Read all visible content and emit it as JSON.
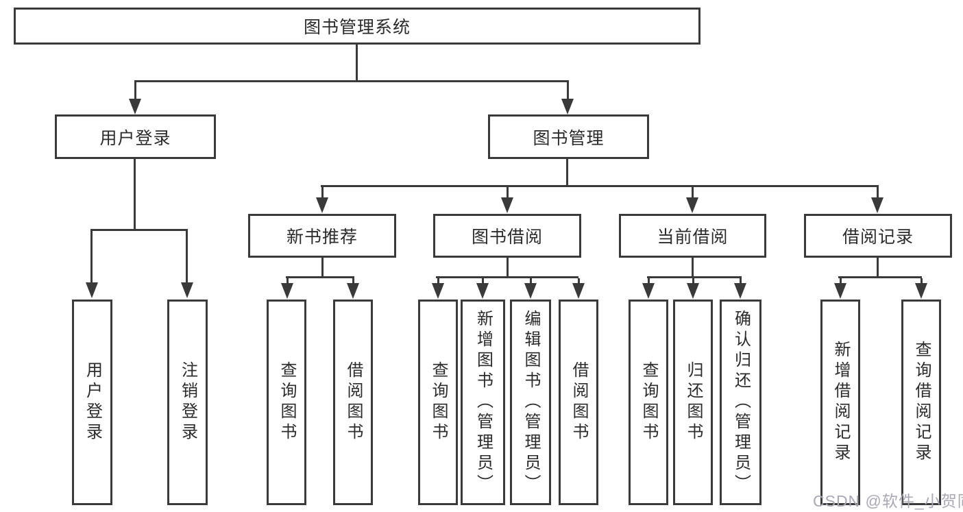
{
  "colors": {
    "line": "#3a3a3a",
    "text": "#2b2b2b",
    "background": "#ffffff",
    "watermark": "#a8a8b8"
  },
  "diagram": {
    "root": {
      "label": "图书管理系统"
    },
    "branches": [
      {
        "label": "用户登录",
        "children": [
          {
            "label": "用户登录"
          },
          {
            "label": "注销登录"
          }
        ]
      },
      {
        "label": "图书管理",
        "children": [
          {
            "label": "新书推荐",
            "children": [
              {
                "label": "查询图书"
              },
              {
                "label": "借阅图书"
              }
            ]
          },
          {
            "label": "图书借阅",
            "children": [
              {
                "label": "查询图书"
              },
              {
                "label": "新增图书（管理员）"
              },
              {
                "label": "编辑图书（管理员）"
              },
              {
                "label": "借阅图书"
              }
            ]
          },
          {
            "label": "当前借阅",
            "children": [
              {
                "label": "查询图书"
              },
              {
                "label": "归还图书"
              },
              {
                "label": "确认归还（管理员）"
              }
            ]
          },
          {
            "label": "借阅记录",
            "children": [
              {
                "label": "新增借阅记录"
              },
              {
                "label": "查询借阅记录"
              }
            ]
          }
        ]
      }
    ]
  },
  "watermark": {
    "text": "CSDN @软件_小贺同学"
  }
}
